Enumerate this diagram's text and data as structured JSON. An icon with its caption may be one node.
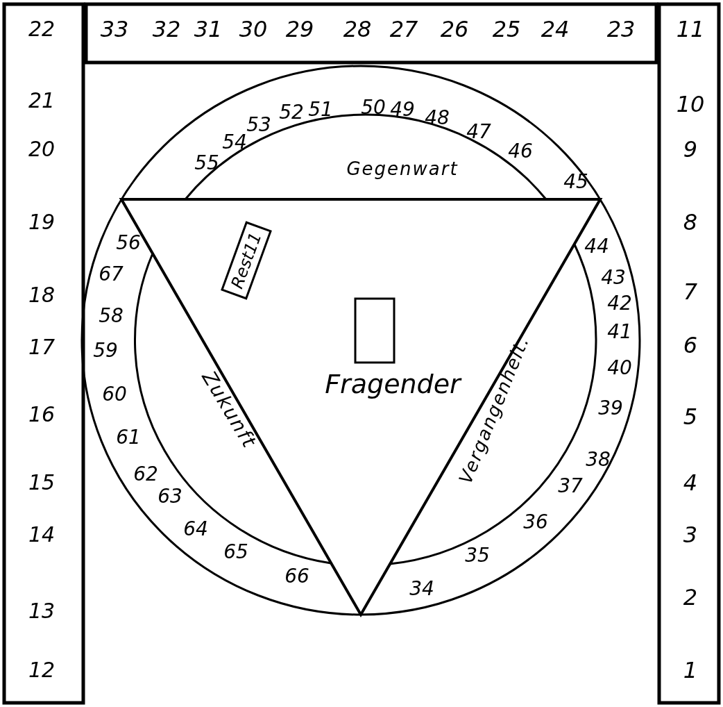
{
  "diagram": {
    "nodes": [
      {
        "text": [
          "22",
          "21",
          "20",
          "19",
          "18",
          "17",
          "16",
          "15",
          "14",
          "13",
          "12"
        ]
      },
      {
        "text": [
          "33",
          "32",
          "31",
          "30",
          "29",
          "28",
          "27",
          "26",
          "25",
          "24",
          "23"
        ]
      },
      {
        "text": [
          "11",
          "10",
          "9",
          "8",
          "7",
          "6",
          "5",
          "4",
          "3",
          "2",
          "1"
        ]
      },
      {
        "text": [
          "34",
          "35",
          "36",
          "37",
          "38",
          "39",
          "40",
          "41",
          "42",
          "43",
          "44",
          "45",
          "46",
          "47",
          "48",
          "49",
          "50",
          "51",
          "52",
          "53",
          "54",
          "55",
          "56",
          "67",
          "58",
          "59",
          "60",
          "61",
          "62",
          "63",
          "64",
          "65",
          "66"
        ]
      },
      {
        "text": [],
        "shape": "triangle",
        "in": 3
      },
      {
        "text": [
          "Rest11"
        ],
        "in": 4
      },
      {
        "text": [
          "Fragender"
        ],
        "in": 4
      }
    ],
    "edges": [],
    "labels": [
      "Gegenwart",
      "Zukunft",
      "Vergangenheit."
    ]
  }
}
